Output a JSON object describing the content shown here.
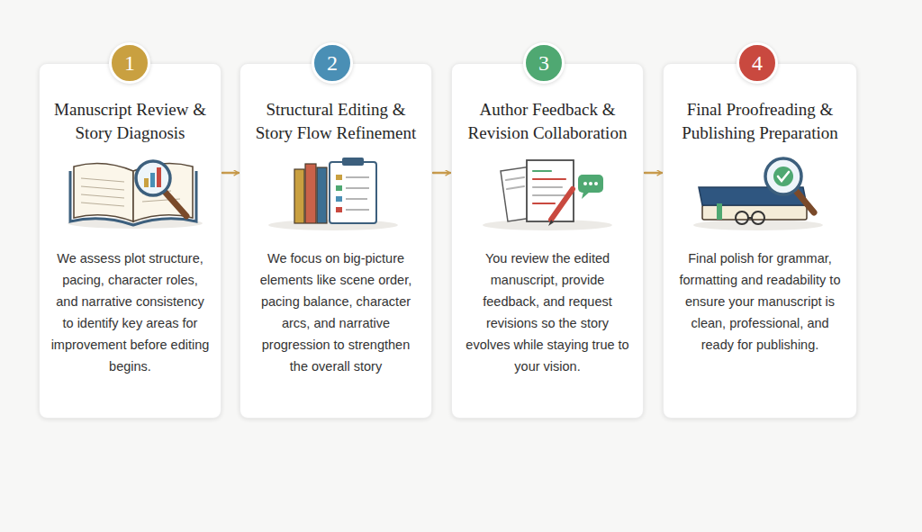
{
  "diagram": {
    "nodes": [
      {
        "text": [
          "1"
        ]
      },
      {
        "text": [
          "Manuscript Review & Story Diagnosis",
          "We assess plot structure, pacing, character roles, and narrative consistency to identify key areas for improvement before editing begins."
        ]
      },
      {
        "text": [
          "2"
        ]
      },
      {
        "text": [
          "Structural Editing & Story Flow Refinement",
          "We focus on big-picture elements like scene order, pacing balance, character arcs, and narrative progression to strengthen the overall story"
        ]
      },
      {
        "text": [
          "3"
        ]
      },
      {
        "text": [
          "Author Feedback & Revision Collaboration",
          "You review the edited manuscript, provide feedback, and request revisions so the story evolves while staying true to your vision."
        ]
      },
      {
        "text": [
          "4"
        ]
      },
      {
        "text": [
          "Final Proofreading & Publishing Preparation",
          "Final polish for grammar, formatting and readability to ensure your manuscript is clean, professional, and ready for publishing."
        ]
      }
    ],
    "edges": [
      {
        "from": 1,
        "to": 3,
        "arrow": "to"
      },
      {
        "from": 3,
        "to": 5,
        "arrow": "to"
      },
      {
        "from": 5,
        "to": 7,
        "arrow": "to"
      }
    ]
  }
}
